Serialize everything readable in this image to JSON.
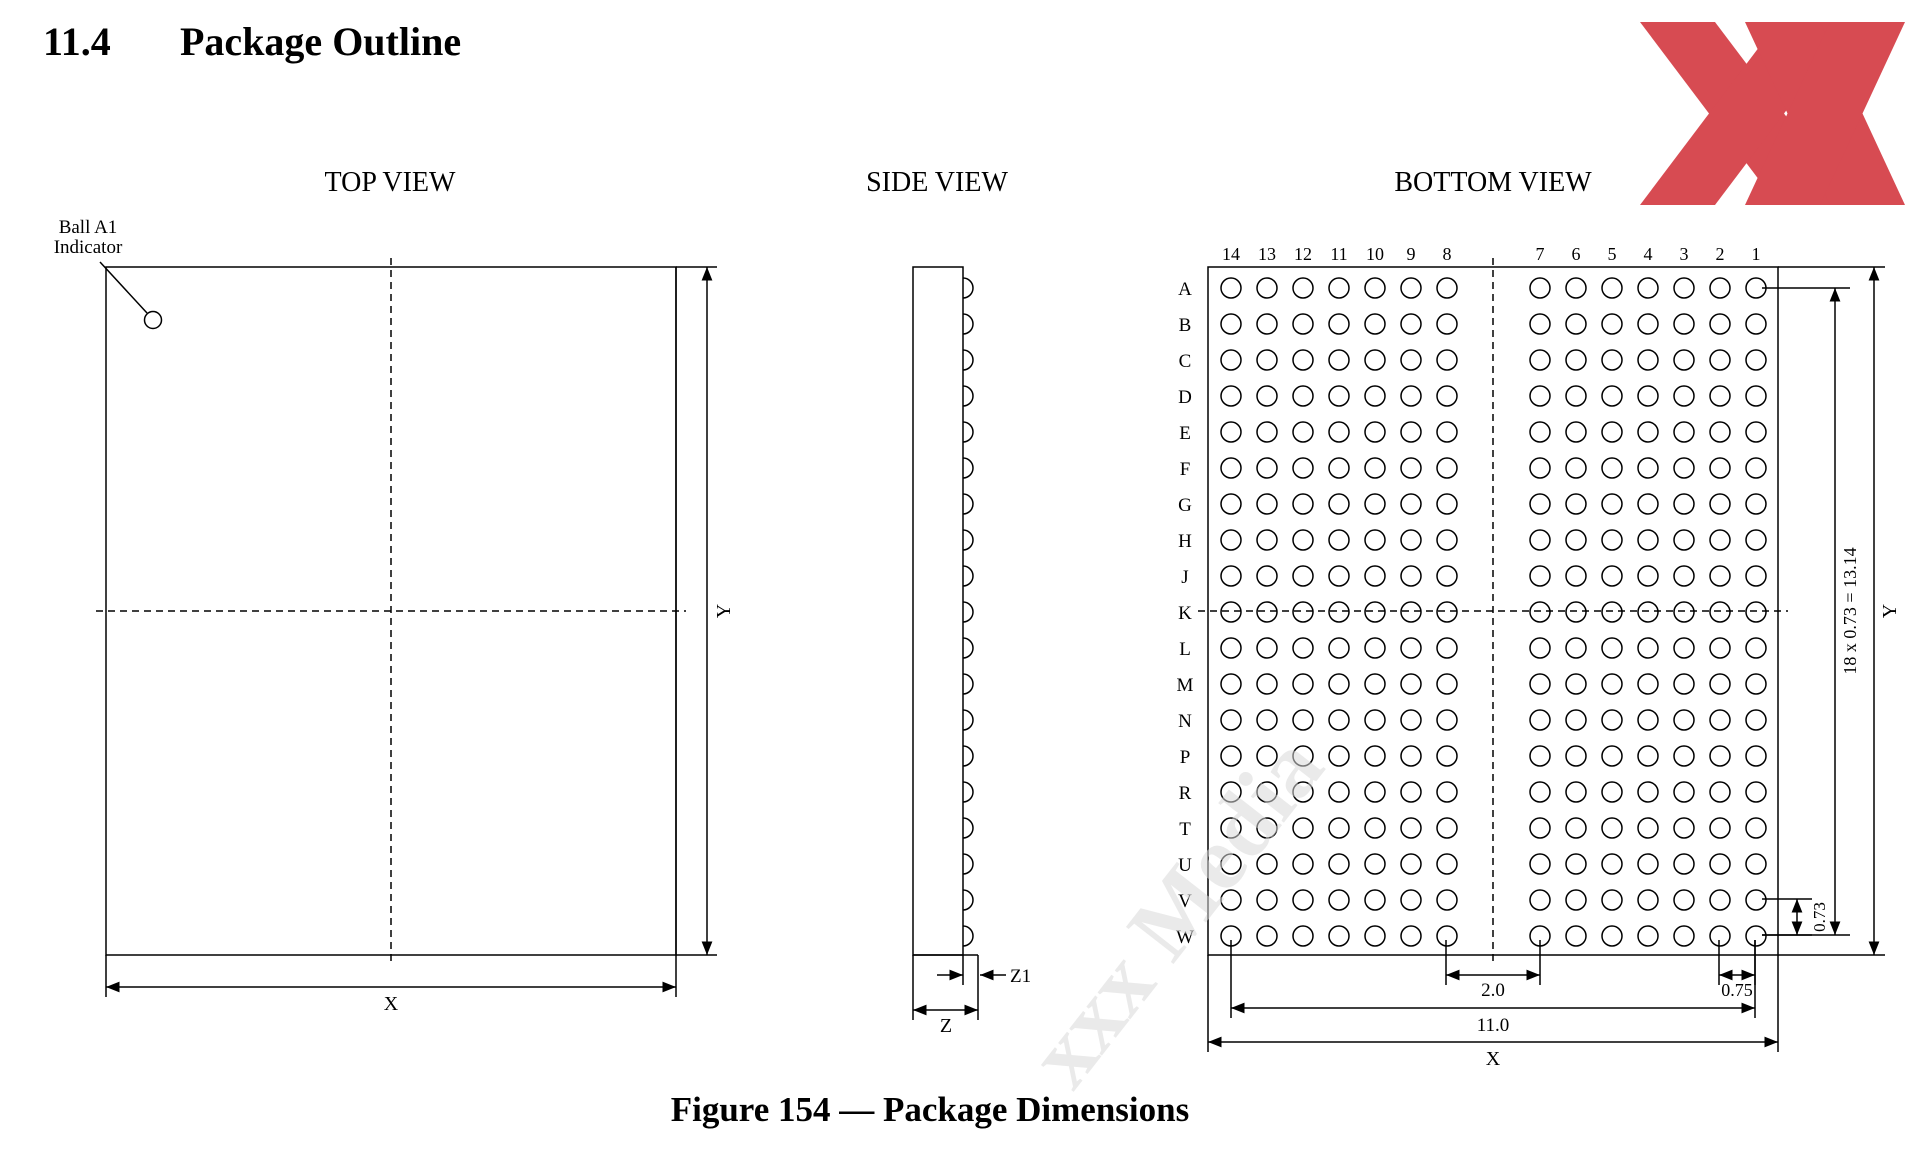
{
  "section": {
    "number": "11.4",
    "title": "Package Outline"
  },
  "views": {
    "top": "TOP VIEW",
    "side": "SIDE VIEW",
    "bottom": "BOTTOM VIEW"
  },
  "indicator": {
    "line1": "Ball A1",
    "line2": "Indicator"
  },
  "dimension_labels": {
    "x": "X",
    "y": "Y",
    "z": "Z",
    "z1": "Z1",
    "row_pitch_span": "18 x 0.73 = 13.14",
    "row_pitch": "0.73",
    "center_gap": "2.0",
    "col_pitch": "0.75",
    "col_span": "11.0"
  },
  "columns_left": [
    "14",
    "13",
    "12",
    "11",
    "10",
    "9",
    "8"
  ],
  "columns_right": [
    "7",
    "6",
    "5",
    "4",
    "3",
    "2",
    "1"
  ],
  "rows": [
    "A",
    "B",
    "C",
    "D",
    "E",
    "F",
    "G",
    "H",
    "J",
    "K",
    "L",
    "M",
    "N",
    "P",
    "R",
    "T",
    "U",
    "V",
    "W"
  ],
  "caption": "Figure 154 — Package Dimensions",
  "watermark": "xxx Media",
  "logo": {
    "color": "#d2333b"
  }
}
